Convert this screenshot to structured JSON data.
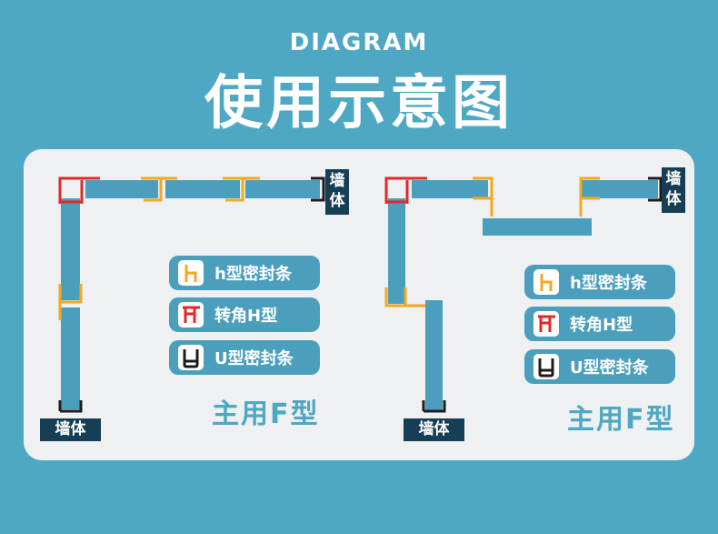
{
  "header": {
    "subtitle": "DIAGRAM",
    "title": "使用示意图"
  },
  "legend": {
    "h_seal": "h型密封条",
    "corner_h": "转角H型",
    "u_seal": "U型密封条"
  },
  "wall_label": "墙体",
  "wall_label_vertical": "墙\n体",
  "main_type": "主用F型",
  "colors": {
    "background": "#4ea8c4",
    "panel": "#eef0f1",
    "panel_bar": "#4b9fbd",
    "h_seal": "#f2a922",
    "corner_h": "#e02a2a",
    "u_seal": "#1d1d1d",
    "wall": "#163e55"
  }
}
